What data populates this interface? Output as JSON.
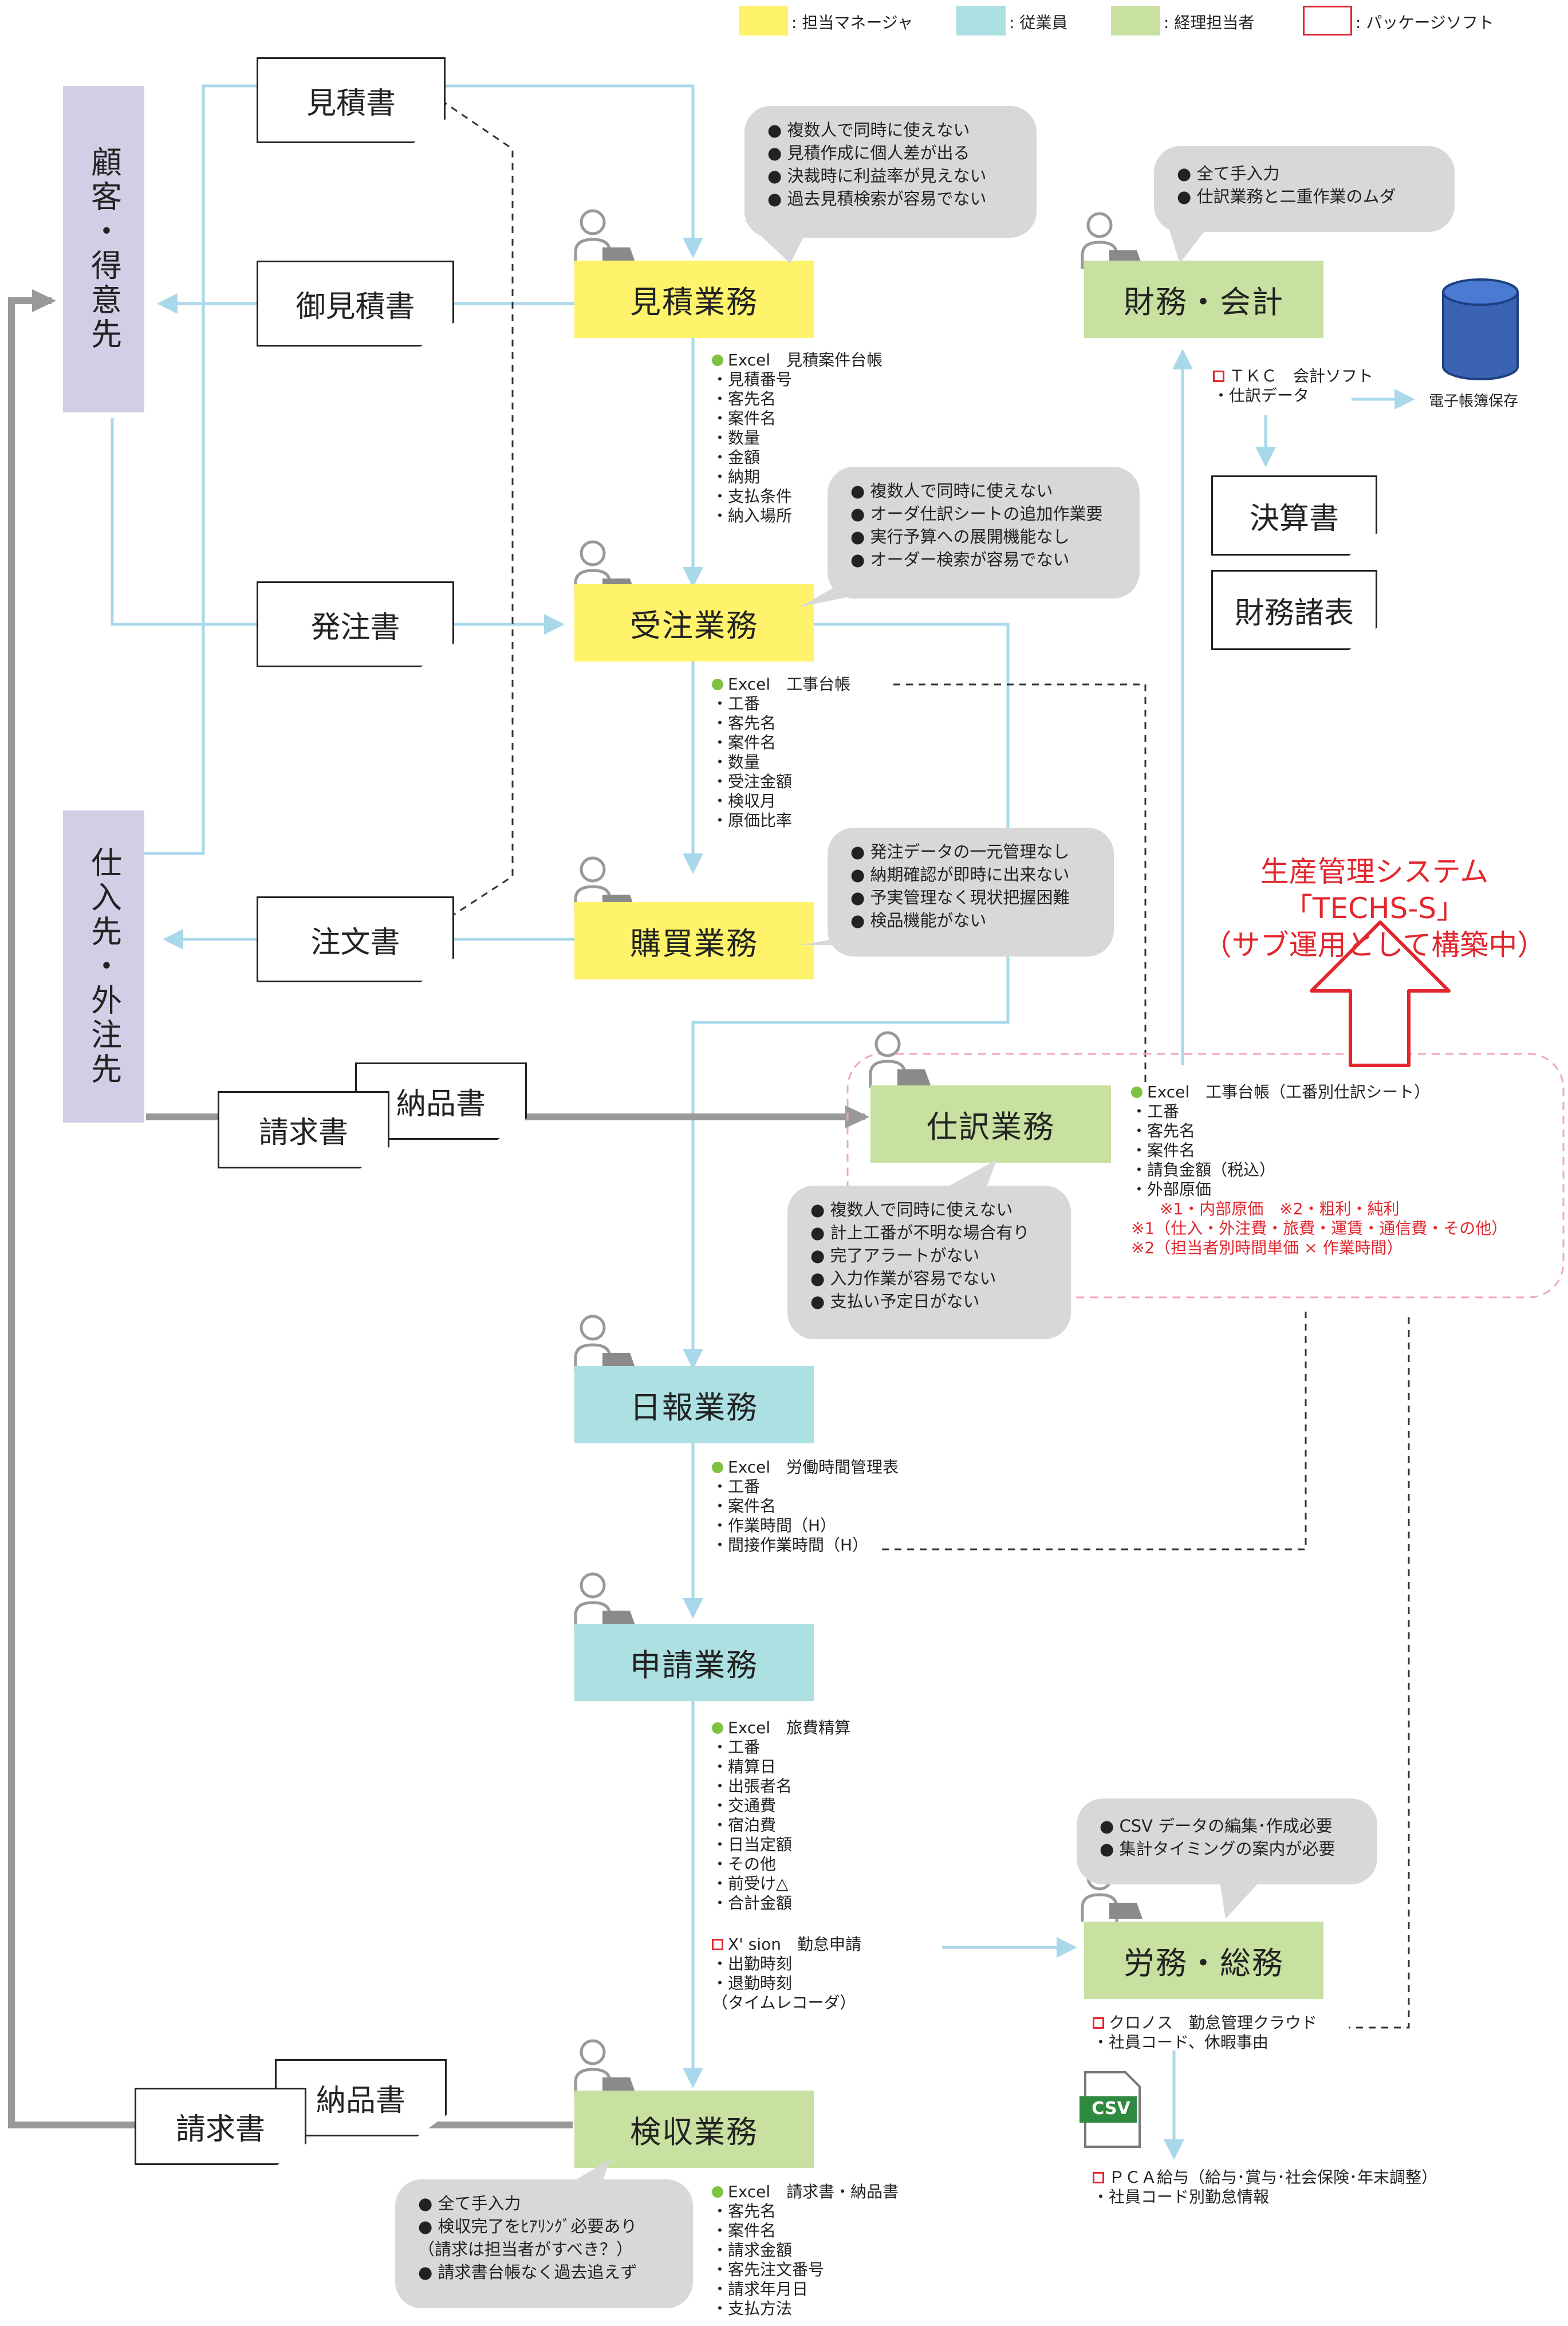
{
  "legend": {
    "manager": ": 担当マネージャ",
    "employee": ": 従業員",
    "accounting": ": 経理担当者",
    "package": ": パッケージソフト",
    "colors": {
      "manager": "#fff36c",
      "employee": "#ade0e2",
      "accounting": "#c8e0a0",
      "package": "#e3262d"
    }
  },
  "parties": {
    "customer": "顧客・得意先",
    "supplier": "仕入先・外注先"
  },
  "documents": {
    "estimate": "見積書",
    "quotation": "御見積書",
    "order_form": "発注書",
    "purchase_order": "注文書",
    "invoice1": "請求書",
    "delivery1": "納品書",
    "invoice2": "請求書",
    "delivery2": "納品書",
    "settlement": "決算書",
    "statements": "財務諸表"
  },
  "processes": {
    "estimate": "見積業務",
    "order_receive": "受注業務",
    "purchase": "購買業務",
    "journal": "仕訳業務",
    "daily_report": "日報業務",
    "application": "申請業務",
    "inspection": "検収業務",
    "finance": "財務・会計",
    "labor": "労務・総務"
  },
  "bubbles": {
    "estimate": [
      "● 複数人で同時に使えない",
      "● 見積作成に個人差が出る",
      "● 決裁時に利益率が見えない",
      "● 過去見積検索が容易でない"
    ],
    "order_receive": [
      "● 複数人で同時に使えない",
      "● オーダ仕訳シートの追加作業要",
      "● 実行予算への展開機能なし",
      "● オーダー検索が容易でない"
    ],
    "purchase": [
      "● 発注データの一元管理なし",
      "● 納期確認が即時に出来ない",
      "● 予実管理なく現状把握困難",
      "● 検品機能がない"
    ],
    "journal": [
      "● 複数人で同時に使えない",
      "● 計上工番が不明な場合有り",
      "● 完了アラートがない",
      "● 入力作業が容易でない",
      "● 支払い予定日がない"
    ],
    "finance": [
      "● 全て手入力",
      "● 仕訳業務と二重作業のムダ"
    ],
    "labor": [
      "● CSV データの編集･作成必要",
      "● 集計タイミングの案内が必要"
    ],
    "inspection": [
      "● 全て手入力",
      "● 検収完了をﾋｱﾘﾝｸﾞ必要あり",
      "（請求は担当者がすべき？）",
      "● 請求書台帳なく過去追えず"
    ]
  },
  "data_lists": {
    "estimate": {
      "title": "Excel　見積案件台帳",
      "items": [
        "・見積番号",
        "・客先名",
        "・案件名",
        "・数量",
        "・金額",
        "・納期",
        "・支払条件",
        "・納入場所"
      ]
    },
    "order_receive": {
      "title": "Excel　工事台帳",
      "items": [
        "・工番",
        "・客先名",
        "・案件名",
        "・数量",
        "・受注金額",
        "・検収月",
        "・原価比率"
      ]
    },
    "journal": {
      "title": "Excel　工事台帳（工番別仕訳シート）",
      "items": [
        "・工番",
        "・客先名",
        "・案件名",
        "・請負金額（税込）",
        "・外部原価"
      ],
      "red_items": [
        "※1・内部原価　※2・粗利・純利",
        "※1（仕入・外注費・旅費・運賃・通信費・その他）",
        "※2（担当者別時間単価 × 作業時間）"
      ]
    },
    "daily_report": {
      "title": "Excel　労働時間管理表",
      "items": [
        "・工番",
        "・案件名",
        "・作業時間（H）",
        "・間接作業時間（H）"
      ]
    },
    "application": {
      "title": "Excel　旅費精算",
      "items": [
        "・工番",
        "・精算日",
        "・出張者名",
        "・交通費",
        "・宿泊費",
        "・日当定額",
        "・その他",
        "・前受け△",
        "・合計金額"
      ]
    },
    "attendance": {
      "title": "X' sion　勤怠申請",
      "items": [
        "・出勤時刻",
        "・退勤時刻",
        "（タイムレコーダ）"
      ]
    },
    "inspection": {
      "title": "Excel　請求書・納品書",
      "items": [
        "・客先名",
        "・案件名",
        "・請求金額",
        "・客先注文番号",
        "・請求年月日",
        "・支払方法"
      ]
    },
    "tkc": {
      "title": "ＴＫＣ　会計ソフト",
      "items": [
        "・仕訳データ"
      ]
    },
    "kronos": {
      "title": "クロノス　勤怠管理クラウド",
      "items": [
        "・社員コード、休暇事由"
      ]
    },
    "pca": {
      "title": "ＰＣＡ給与（給与･賞与･社会保険･年末調整）",
      "items": [
        "・社員コード別勤怠情報"
      ]
    }
  },
  "labels": {
    "e_book": "電子帳簿保存",
    "csv": "CSV"
  },
  "techs": [
    "生産管理システム",
    "「TECHS-S」",
    "（サブ運用として構築中）"
  ]
}
